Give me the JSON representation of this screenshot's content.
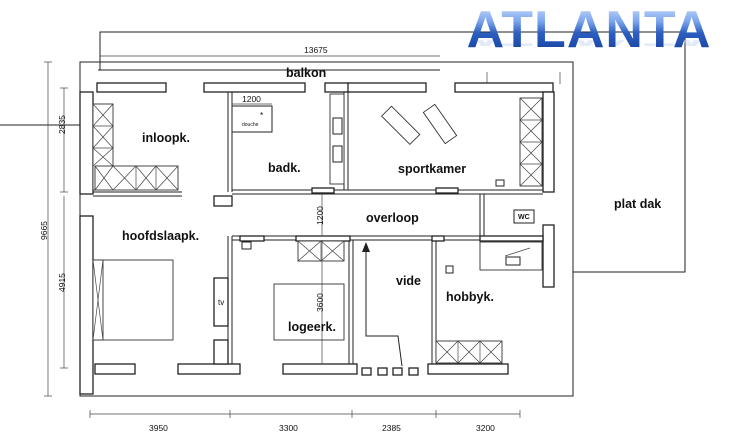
{
  "logo": {
    "text": "ATLANTA"
  },
  "labels": {
    "balkon": "balkon",
    "plat_dak": "plat dak",
    "inloopk": "inloopk.",
    "badk": "badk.",
    "sportkamer": "sportkamer",
    "overloop": "overloop",
    "hoofdslaapk": "hoofdslaapk.",
    "vide": "vide",
    "hobbyk": "hobbyk.",
    "logeerk": "logeerk.",
    "wc": "WC",
    "douche": "douche",
    "tv": "tv"
  },
  "dimensions": {
    "total_width": "13675",
    "total_depth": "9665",
    "left_upper": "2835",
    "left_lower": "4915",
    "shower_width": "1200",
    "landing_depth": "1200",
    "guest_room": "3600",
    "bottom": [
      "3950",
      "3300",
      "2385",
      "3200"
    ]
  }
}
